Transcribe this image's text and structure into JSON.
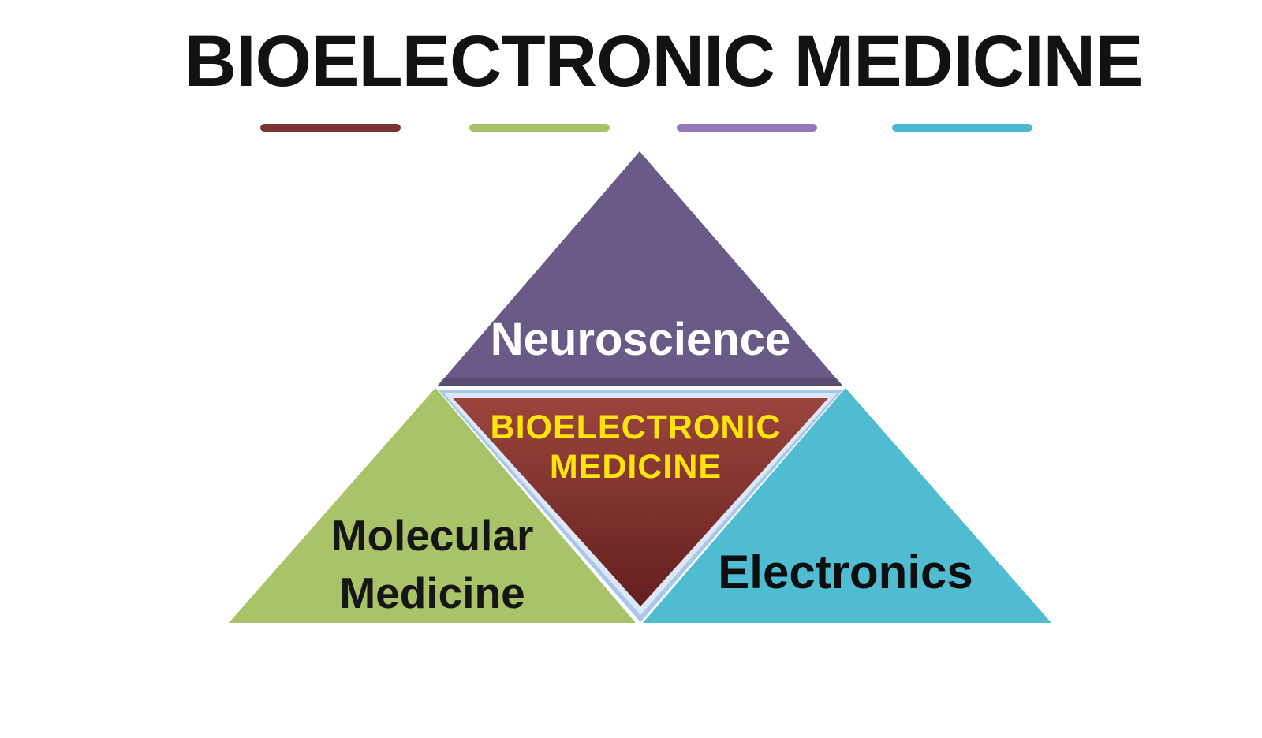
{
  "title": "BIOELECTRONIC MEDICINE",
  "legend_dashes": [
    {
      "id": "bioelectronic-medicine",
      "color": "#7A3433"
    },
    {
      "id": "molecular-medicine",
      "color": "#A9C36B"
    },
    {
      "id": "neuroscience",
      "color": "#9678B8"
    },
    {
      "id": "electronics",
      "color": "#4CB9D2"
    }
  ],
  "diagram": {
    "top_triangle": {
      "label": "Neuroscience",
      "fill": "#6A5A88",
      "text_color": "#FFFFFF"
    },
    "left_triangle": {
      "label_line1": "Molecular",
      "label_line2": "Medicine",
      "fill": "#A9C368",
      "text_color": "#161616"
    },
    "right_triangle": {
      "label": "Electronics",
      "fill": "#4FBCD2",
      "text_color": "#0E0E0E"
    },
    "center_triangle": {
      "label_line1": "BIOELECTRONIC",
      "label_line2": "MEDICINE",
      "fill_top": "#9A453D",
      "fill_bottom": "#641F1E",
      "border_color": "#A9C7E9",
      "border_highlight": "#DCE8F7",
      "text_color": "#FFE40A"
    }
  }
}
